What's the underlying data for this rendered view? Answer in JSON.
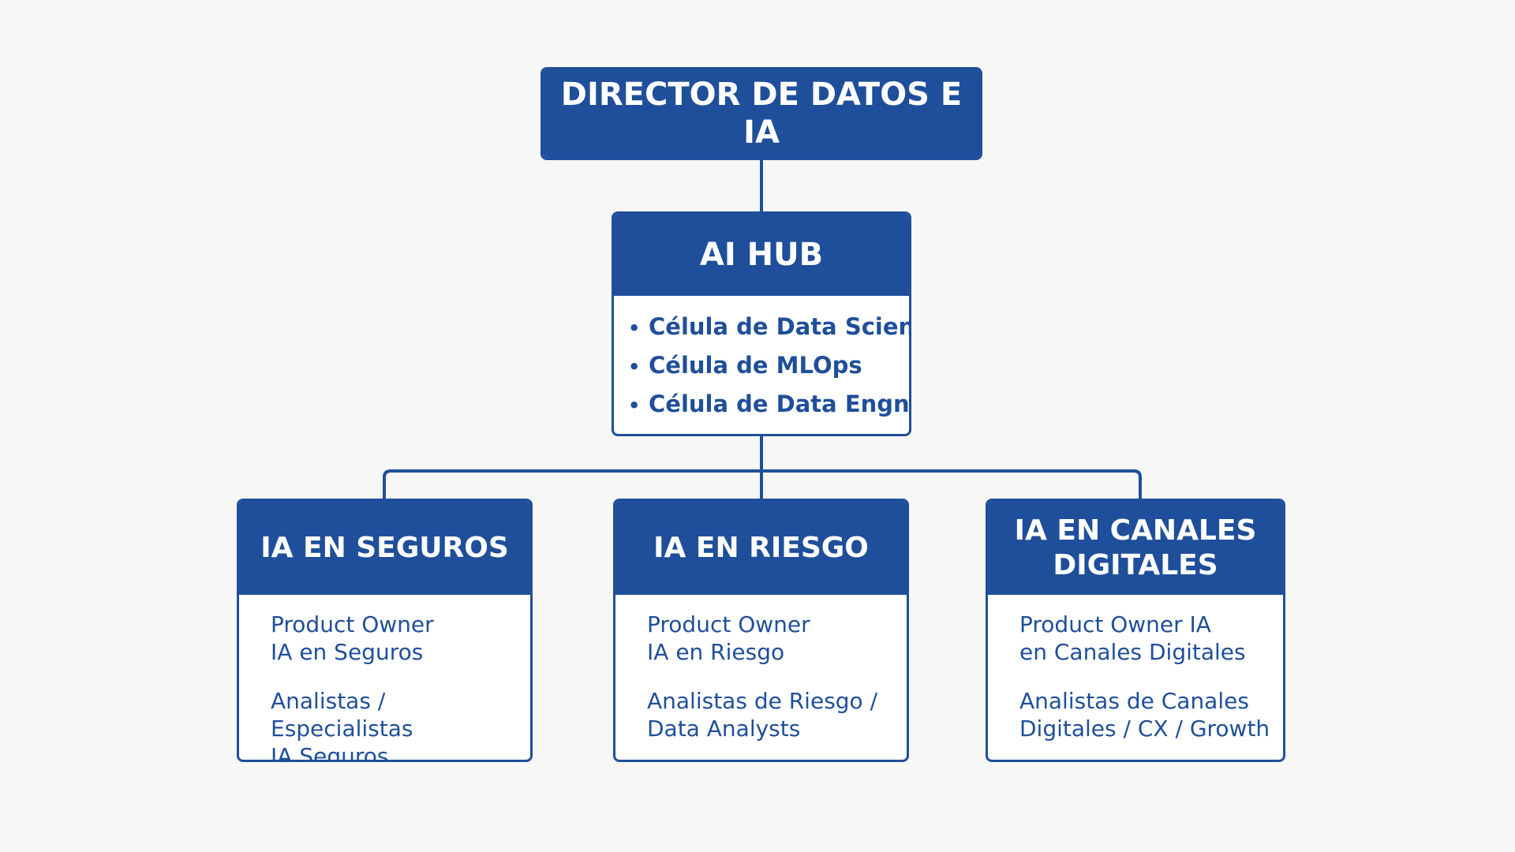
{
  "director": {
    "title": "DIRECTOR DE DATOS E IA"
  },
  "hub": {
    "title": "AI HUB",
    "items": [
      "Célula de Data Science",
      "Célula de MLOps",
      "Célula de Data Engnieer"
    ],
    "bullet": "•"
  },
  "units": [
    {
      "title": "IA EN SEGUROS",
      "roles": [
        "Product Owner\nIA en Seguros",
        "Analistas / Especialistas\nIA Seguros"
      ]
    },
    {
      "title": "IA EN RIESGO",
      "roles": [
        "Product Owner\nIA en Riesgo",
        "Analistas de Riesgo /\nData Analysts"
      ]
    },
    {
      "title": "IA EN CANALES\nDIGITALES",
      "roles": [
        "Product Owner IA\nen Canales Digitales",
        "Analistas de Canales\nDigitales / CX / Growth"
      ]
    }
  ],
  "colors": {
    "primary": "#1f4f9a",
    "background": "#f7f7f6",
    "box_fill": "#ffffff"
  }
}
